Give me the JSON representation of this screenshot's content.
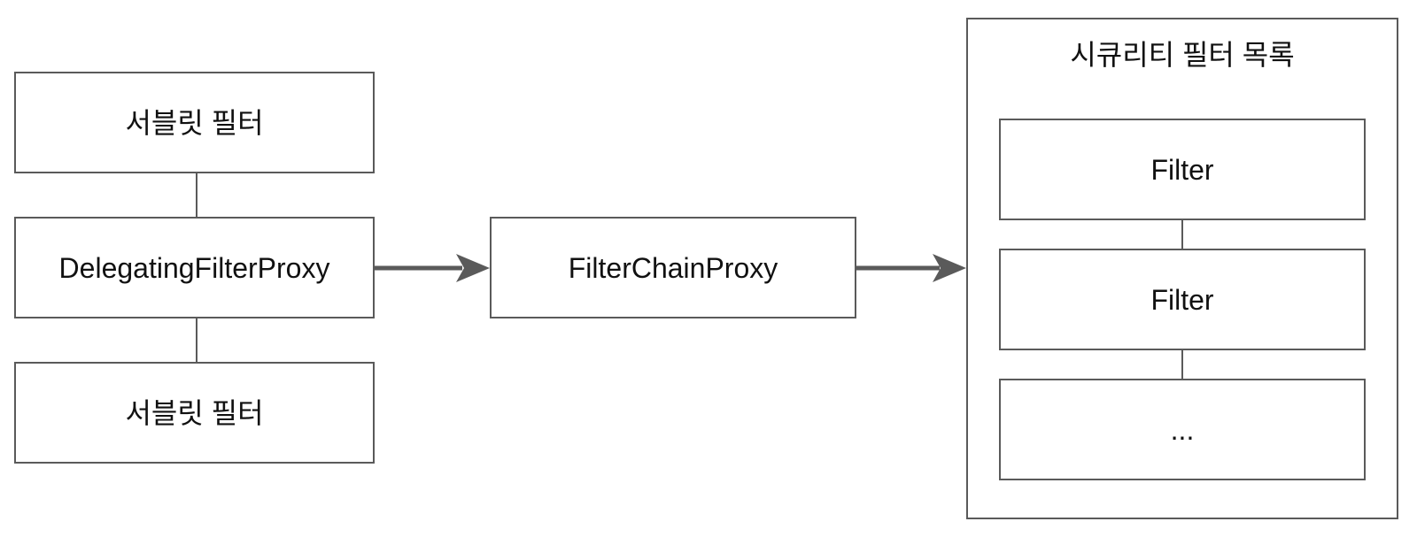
{
  "left_column": {
    "top_filter": "서블릿 필터",
    "delegating_proxy": "DelegatingFilterProxy",
    "bottom_filter": "서블릿 필터"
  },
  "middle": {
    "filter_chain_proxy": "FilterChainProxy"
  },
  "security_filters": {
    "title": "시큐리티 필터 목록",
    "items": [
      "Filter",
      "Filter",
      "..."
    ]
  },
  "colors": {
    "border": "#5a5a5a",
    "arrow": "#5a5a5a",
    "text": "#111111"
  }
}
